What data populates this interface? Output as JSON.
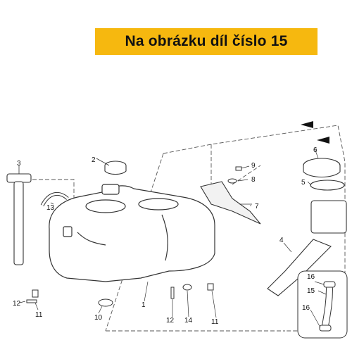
{
  "banner": {
    "text": "Na obrázku díl číslo 15",
    "background": "#f6b80f"
  },
  "diagram": {
    "callouts": {
      "c1": "1",
      "c2": "2",
      "c3": "3",
      "c4": "4",
      "c5": "5",
      "c6": "6",
      "c7": "7",
      "c8": "8",
      "c9": "9",
      "c10": "10",
      "c11a": "11",
      "c11b": "11",
      "c12a": "12",
      "c12b": "12",
      "c13": "13",
      "c14": "14",
      "c15": "15",
      "c16a": "16",
      "c16b": "16"
    },
    "highlight_part": "15"
  }
}
